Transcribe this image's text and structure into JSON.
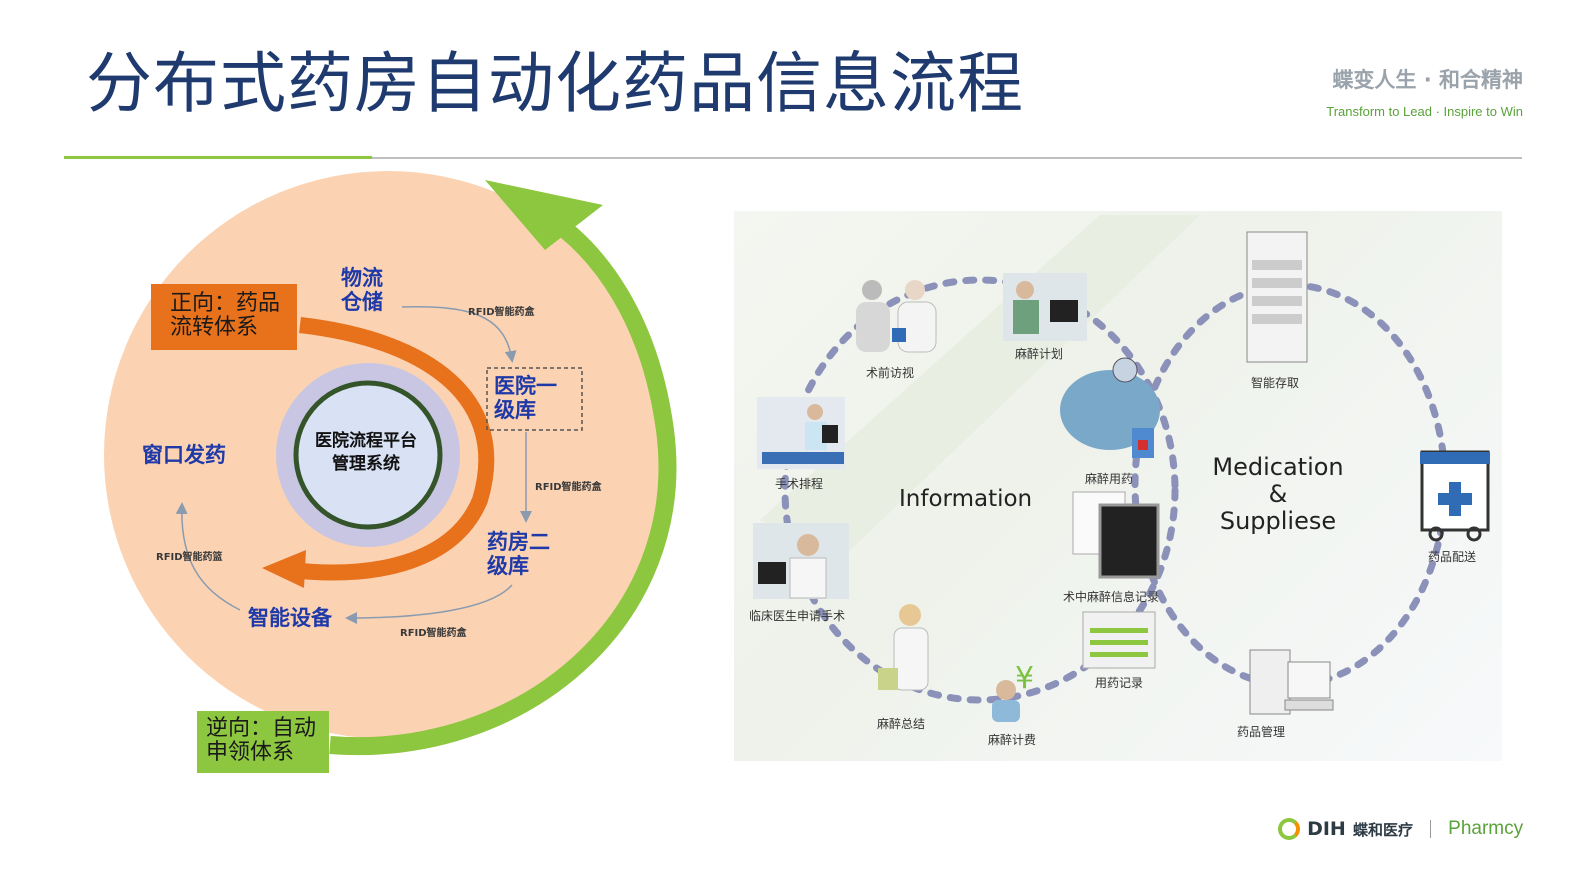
{
  "slide": {
    "title": "分布式药房自动化药品信息流程",
    "slogan_cn": "蝶变人生 · 和合精神",
    "slogan_en": "Transform to Lead  ·  Inspire to Win",
    "footer_brand": "DIH",
    "footer_brand_cn": "蝶和医疗",
    "footer_product": "Pharmcy"
  },
  "left_diagram": {
    "forward_box": [
      "正向：药品",
      "流转体系"
    ],
    "reverse_box": [
      "逆向：自动",
      "申领体系"
    ],
    "center": [
      "医院流程平台",
      "管理系统"
    ],
    "nodes": {
      "logistics": [
        "物流",
        "仓储"
      ],
      "hospital_l1": [
        "医院一",
        "级库"
      ],
      "pharmacy_l2": [
        "药房二",
        "级库"
      ],
      "smart_device": "智能设备",
      "window": "窗口发药"
    },
    "rfid": {
      "a": "RFID智能药盒",
      "b": "RFID智能药盒",
      "c": "RFID智能药盒",
      "d": "RFID智能药篮"
    },
    "colors": {
      "outer": "#fbd3b3",
      "arrow_orange": "#e8711c",
      "arrow_green": "#8dc63f",
      "box_orange": "#e8711c",
      "box_green": "#8dc63f",
      "center_fill": "#d4dcf0",
      "center_ring": "#3b5a2a"
    }
  },
  "right_diagram": {
    "information_label": "Information",
    "medication_label": [
      "Medication",
      "&",
      "Suppliese"
    ],
    "captions": {
      "preop_visit": "术前访视",
      "anesthesia_plan": "麻醉计划",
      "surgery_schedule": "手术排程",
      "anesthesia_drug": "麻醉用药",
      "clinician_request": "临床医生申请手术",
      "intraop_record": "术中麻醉信息记录",
      "drug_record": "用药记录",
      "anesthesia_summary": "麻醉总结",
      "anesthesia_billing": "麻醉计费",
      "smart_storage": "智能存取",
      "drug_delivery": "药品配送",
      "drug_management": "药品管理"
    }
  }
}
